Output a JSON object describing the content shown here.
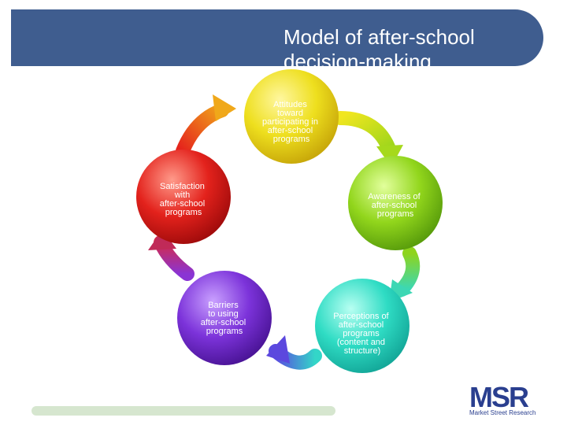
{
  "slide": {
    "title_line1": "Model of after-school",
    "title_line2": "decision-making"
  },
  "diagram": {
    "nodes": [
      {
        "lines": [
          "Attitudes",
          "toward",
          "participating in",
          "after-school",
          "programs"
        ],
        "color": "#e6d91a"
      },
      {
        "lines": [
          "Awareness of",
          "after-school",
          "programs"
        ],
        "color": "#8fd11a"
      },
      {
        "lines": [
          "Perceptions of",
          "after-school",
          "programs",
          "(content and",
          "structure)"
        ],
        "color": "#2ed9c0"
      },
      {
        "lines": [
          "Barriers",
          "to using",
          "after-school",
          "programs"
        ],
        "color": "#7a2fd6"
      },
      {
        "lines": [
          "Satisfaction",
          "with",
          "after-school",
          "programs"
        ],
        "color": "#e01e1e"
      }
    ]
  },
  "logo": {
    "mark": "MSR",
    "text": "Market Street Research"
  },
  "colors": {
    "title_bar": "#3f5d8f",
    "footer_bar": "#d6e6cf",
    "logo": "#2a3f8f"
  }
}
